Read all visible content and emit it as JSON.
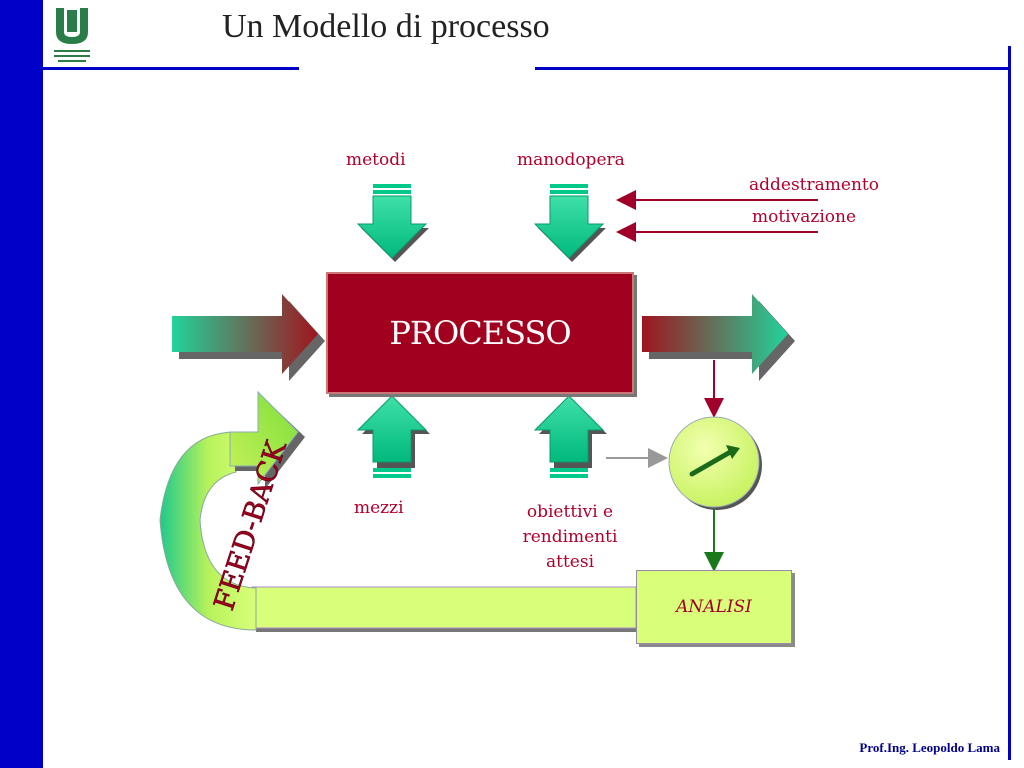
{
  "header": {
    "title": "Un Modello di processo"
  },
  "footer": {
    "author": "Prof.Ing. Leopoldo Lama"
  },
  "diagram": {
    "process_label": "PROCESSO",
    "inputs_top": [
      "metodi",
      "manodopera"
    ],
    "inputs_right": [
      "addestramento",
      "motivazione"
    ],
    "inputs_bottom": [
      "mezzi",
      "obiettivi e rendimenti attesi"
    ],
    "bottom_label_lines": [
      "obiettivi e",
      "rendimenti",
      "attesi"
    ],
    "analysis_label": "ANALISI",
    "feedback_label": "FEED-BACK"
  },
  "colors": {
    "accent_blue": "#0000c8",
    "process_red": "#a2001f",
    "arrow_green": "#00c98a",
    "lime": "#d9ff7a",
    "label_red": "#b0002c"
  }
}
